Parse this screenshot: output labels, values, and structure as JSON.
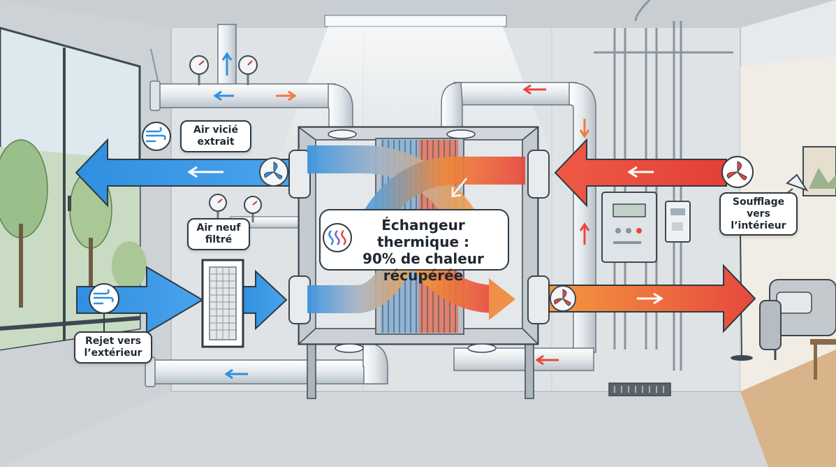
{
  "labels": {
    "air_vicie": [
      "Air vicié",
      "extrait"
    ],
    "air_neuf": [
      "Air neuf",
      "filtré"
    ],
    "rejet": [
      "Rejet vers",
      "l’extérieur"
    ],
    "soufflage": [
      "Soufflage",
      "vers",
      "l’intérieur"
    ],
    "echangeur": [
      "Échangeur thermique :",
      "90% de chaleur",
      "récupérée"
    ]
  },
  "colors": {
    "cold": "#2f8fe0",
    "hot": "#e8473d",
    "warm": "#f08a3c",
    "outline": "#2f3a44",
    "pipe": "#e9edf0"
  },
  "icons": [
    "wind-icon",
    "fan-icon",
    "gauge-icon",
    "filter-icon",
    "heat-waves-icon",
    "control-panel-icon",
    "thermostat-icon",
    "window",
    "tree",
    "armchair",
    "lamp",
    "ceiling-light"
  ]
}
